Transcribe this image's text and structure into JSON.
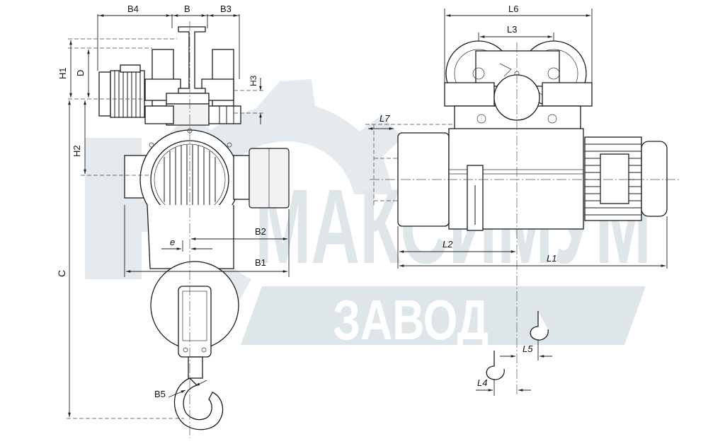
{
  "watermark": {
    "line1": "МАКСИМУМ",
    "line2": "ЗАВОД",
    "color": "#dfe6ea"
  },
  "front_view": {
    "labels": {
      "B4": "B4",
      "B": "B",
      "B3": "B3",
      "H1": "H1",
      "D": "D",
      "H3": "H3",
      "H2": "H2",
      "C": "C",
      "e": "e",
      "B2": "B2",
      "B1": "B1",
      "B5": "B5"
    }
  },
  "side_view": {
    "labels": {
      "L6": "L6",
      "L3": "L3",
      "L7": "L7",
      "L2": "L2",
      "L1": "L1",
      "L5": "L5",
      "L4": "L4"
    }
  }
}
